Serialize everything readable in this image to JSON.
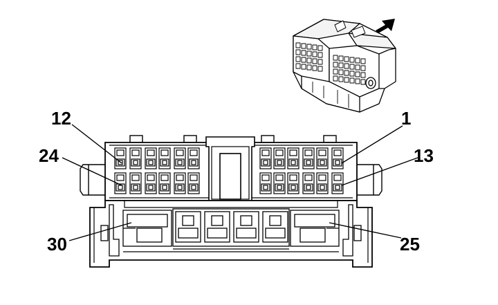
{
  "diagram": {
    "pin_labels": [
      {
        "id": "12",
        "text": "12"
      },
      {
        "id": "1",
        "text": "1"
      },
      {
        "id": "24",
        "text": "24"
      },
      {
        "id": "13",
        "text": "13"
      },
      {
        "id": "30",
        "text": "30"
      },
      {
        "id": "25",
        "text": "25"
      }
    ],
    "icons": {
      "direction_arrow": "arrow-up-right-icon",
      "connector_thumbnail": "connector-isometric-icon"
    },
    "colors": {
      "line": "#000000",
      "background": "#ffffff"
    }
  }
}
